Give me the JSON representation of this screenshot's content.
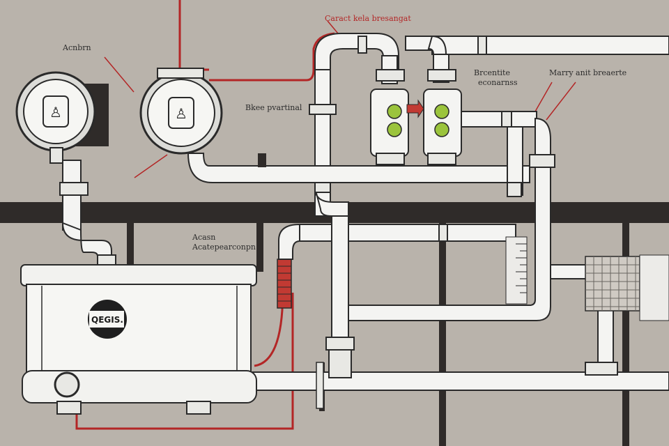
{
  "labels": {
    "top_left": "Acnbrn",
    "top_center": "Caract kela bresangat",
    "gauge_mid": "Bkee pvartinal",
    "right_1_line1": "Brcentite",
    "right_1_line2": "econarnss",
    "right_2": "Marry anit breaerte",
    "mid_left_line1": "Acasn",
    "mid_left_line2": "Acatepearconpn",
    "tank_badge": "QEGIS."
  },
  "colors": {
    "background": "#b9b3ab",
    "pipe": "#f4f4f2",
    "outline": "#2a2a2a",
    "red_line": "#b32626",
    "indicator_green": "#9bc43c",
    "beam": "#2f2b29"
  },
  "icons": {
    "gauge_left": "pressure-gauge-icon",
    "gauge_right": "pressure-gauge-icon",
    "valve": "check-valve-icon",
    "tank": "water-tank-icon"
  }
}
